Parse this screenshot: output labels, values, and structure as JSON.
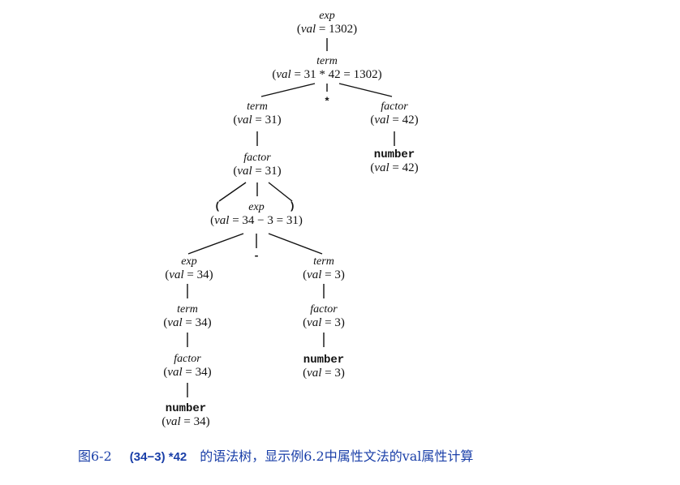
{
  "tree": {
    "n_root": {
      "name": "exp",
      "val_key": "val",
      "val_rest": " = 1302)"
    },
    "n_term1": {
      "name": "term",
      "val_key": "val",
      "val_rest": " = 31 * 42 = 1302)"
    },
    "n_term2": {
      "name": "term",
      "val_key": "val",
      "val_rest": " = 31)"
    },
    "n_factor42": {
      "name": "factor",
      "val_key": "val",
      "val_rest": " = 42)"
    },
    "n_num42": {
      "name": "number",
      "val_key": "val",
      "val_rest": " = 42)"
    },
    "n_factor31": {
      "name": "factor",
      "val_key": "val",
      "val_rest": " = 31)"
    },
    "n_exp31": {
      "name": "exp",
      "val_key": "val",
      "val_rest": " = 34 − 3 = 31)"
    },
    "n_exp34": {
      "name": "exp",
      "val_key": "val",
      "val_rest": " = 34)"
    },
    "n_term3": {
      "name": "term",
      "val_key": "val",
      "val_rest": " = 3)"
    },
    "n_term34": {
      "name": "term",
      "val_key": "val",
      "val_rest": " = 34)"
    },
    "n_factor3": {
      "name": "factor",
      "val_key": "val",
      "val_rest": " = 3)"
    },
    "n_factor34": {
      "name": "factor",
      "val_key": "val",
      "val_rest": " = 34)"
    },
    "n_num3": {
      "name": "number",
      "val_key": "val",
      "val_rest": " = 3)"
    },
    "n_num34": {
      "name": "number",
      "val_key": "val",
      "val_rest": " = 34)"
    }
  },
  "symbols": {
    "times": "*",
    "lparen": "(",
    "rparen": ")",
    "minus": "-"
  },
  "caption": {
    "label": "图6-2",
    "expr": "(34−3) *42",
    "text": "的语法树，显示例6.2中属性文法的val属性计算"
  }
}
